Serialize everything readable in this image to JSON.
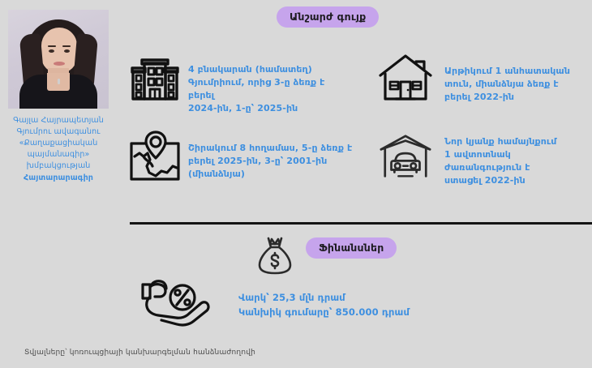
{
  "background_color": "#d9d9d9",
  "accent_text_color": "#3d8fe0",
  "badge_color": "#c6a4ec",
  "profile": {
    "photo_alt": "portrait-photo",
    "caption_lines": "Գայլա Հայրապետյան\nԳյումրու ավագանու\n«Քաղաքացիական\nպայմանագիր»\nխմբակցության",
    "caption_bold": "Հայտարարագիր"
  },
  "sections": {
    "realestate_badge": "Անշարժ գույք",
    "finance_badge": "Ֆինանսներ"
  },
  "items": [
    {
      "icon": "apartment-building-icon",
      "text": "4 բնակարան (համատեղ)\nԳյումրիում, որից 3-ը ձեռք է բերել\n2024-ին, 1-ը՝ 2025-ին"
    },
    {
      "icon": "map-pin-icon",
      "text": "Շիրակում 8 հողամաս,  5-ը ձեռք է\nբերել 2025-ին, 3-ը՝ 2001-ին\n(միանձնյա)"
    },
    {
      "icon": "house-icon",
      "text": "Արթիկում 1 անհատական\nտուն, միանձնյա ձեռք է\nբերել  2022-ին"
    },
    {
      "icon": "garage-car-icon",
      "text": "Նոր կյանք համայնքում\n1 ավտոտնակ\nժառանգություն է\nստացել  2022-ին"
    }
  ],
  "finance": {
    "icon": "hand-percent-icon",
    "bag_icon": "money-bag-icon",
    "text": "Վարկ՝ 25,3 մլն դրամ\nԿանխիկ գումարը՝ 850.000 դրամ"
  },
  "footer": {
    "source": "Տվյալները՝ կոռուպցիայի կանխարգելման  հանձնաժողովի"
  }
}
